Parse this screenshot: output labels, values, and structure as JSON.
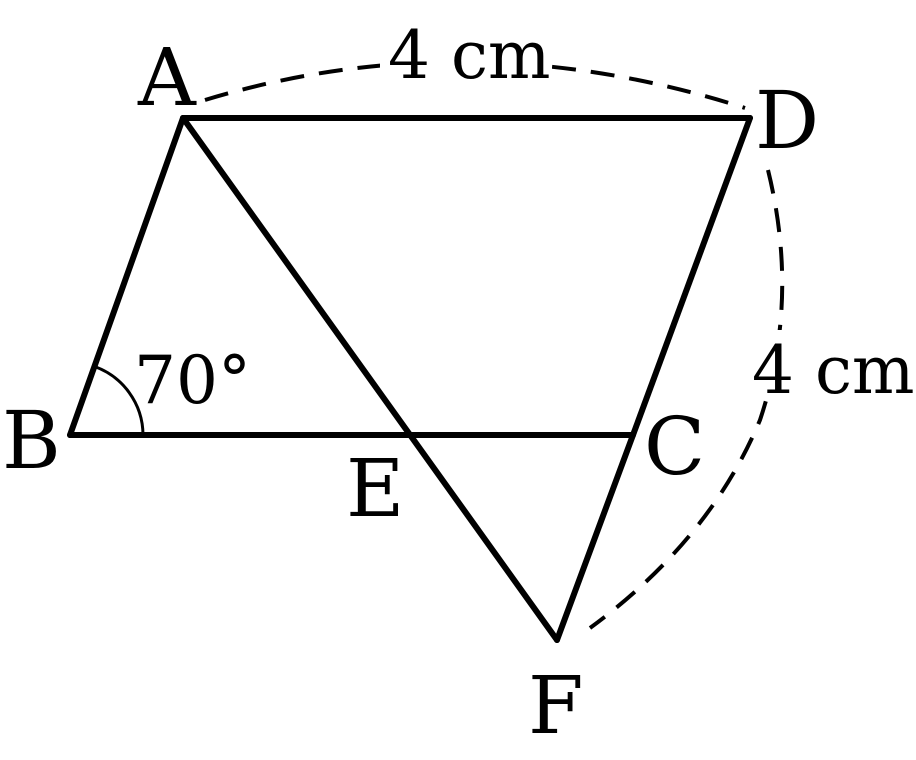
{
  "points": {
    "A": "A",
    "B": "B",
    "C": "C",
    "D": "D",
    "E": "E",
    "F": "F"
  },
  "measurements": {
    "AD": "4 cm",
    "DF": "4 cm"
  },
  "angle_B": "70°"
}
